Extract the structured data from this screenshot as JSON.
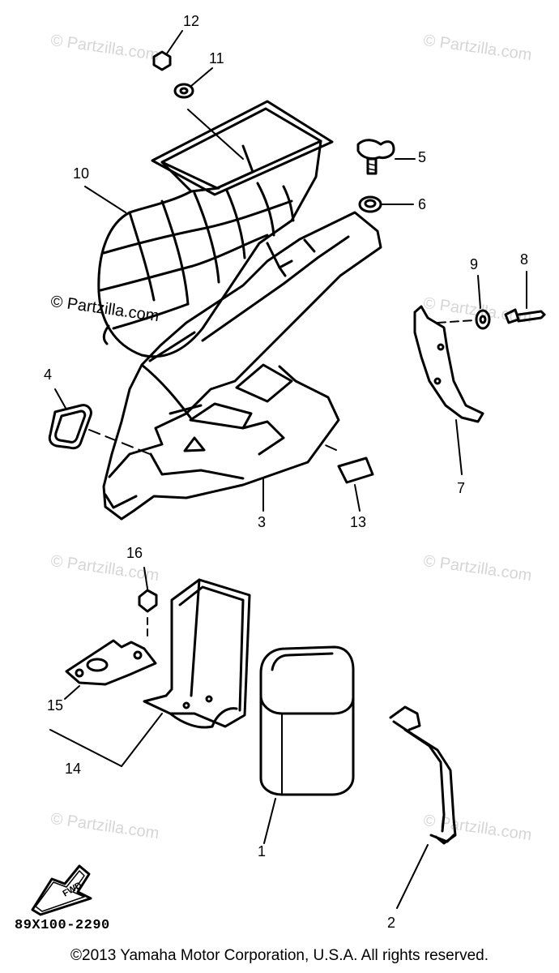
{
  "watermark": {
    "text": "© Partzilla.com"
  },
  "callouts": {
    "c1": "1",
    "c2": "2",
    "c3": "3",
    "c4": "4",
    "c5": "5",
    "c6": "6",
    "c7": "7",
    "c8": "8",
    "c9": "9",
    "c10": "10",
    "c11": "11",
    "c12": "12",
    "c13": "13",
    "c14": "14",
    "c15": "15",
    "c16": "16"
  },
  "direction_badge": {
    "text": "FWD"
  },
  "diagram_code": "89X100-2290",
  "copyright": "©2013  Yamaha Motor Corporation, U.S.A. All rights reserved."
}
